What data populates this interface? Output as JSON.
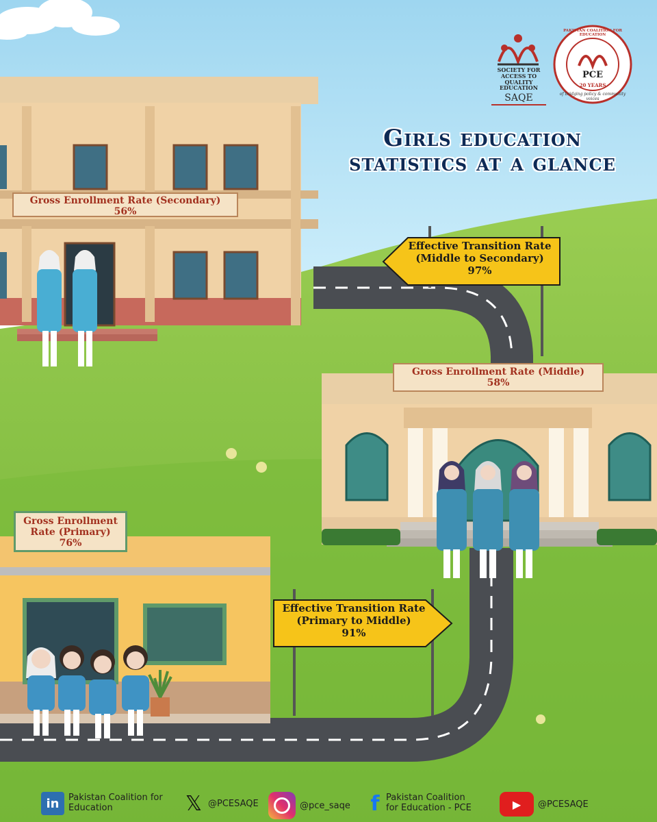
{
  "title": {
    "line1": "Girls education",
    "line2": "statistics at a glance"
  },
  "logos": {
    "saqe": {
      "line1": "SOCIETY FOR",
      "line2": "ACCESS TO QUALITY",
      "line3": "EDUCATION",
      "acronym": "SAQE"
    },
    "pce": {
      "ring_top": "PAKISTAN COALITION FOR EDUCATION",
      "acronym": "PCE",
      "years": "20 YEARS",
      "tagline": "of bridging policy & community voices"
    }
  },
  "signs": {
    "secondary": {
      "label": "Gross Enrollment Rate (Secondary)",
      "value": "56%"
    },
    "middle": {
      "label": "Gross Enrollment Rate (Middle)",
      "value": "58%"
    },
    "primary": {
      "label_line1": "Gross Enrollment",
      "label_line2": "Rate (Primary)",
      "value": "76%"
    }
  },
  "road_signs": {
    "middle_to_secondary": {
      "line1": "Effective Transition Rate",
      "line2": "(Middle to Secondary)",
      "value": "97%"
    },
    "primary_to_middle": {
      "line1": "Effective Transition Rate",
      "line2": "(Primary to Middle)",
      "value": "91%"
    }
  },
  "footer": {
    "linkedin": {
      "icon": "linkedin-icon",
      "line1": "Pakistan Coalition for",
      "line2": "Education"
    },
    "x": {
      "icon": "x-icon",
      "handle": "@PCESAQE"
    },
    "instagram": {
      "icon": "instagram-icon",
      "handle": "@pce_saqe"
    },
    "facebook": {
      "icon": "facebook-icon",
      "line1": "Pakistan Coalition",
      "line2": "for Education - PCE"
    },
    "youtube": {
      "icon": "youtube-icon",
      "handle": "@PCESAQE"
    }
  },
  "colors": {
    "sky": "#a9dcf2",
    "grass": "#7fbf3d",
    "road": "#4a4d52",
    "title": "#0d2a55",
    "sign_bg": "#f5e3c6",
    "sign_text": "#a2311f",
    "road_sign": "#f6c419",
    "uniform": "#4aa6c8"
  }
}
